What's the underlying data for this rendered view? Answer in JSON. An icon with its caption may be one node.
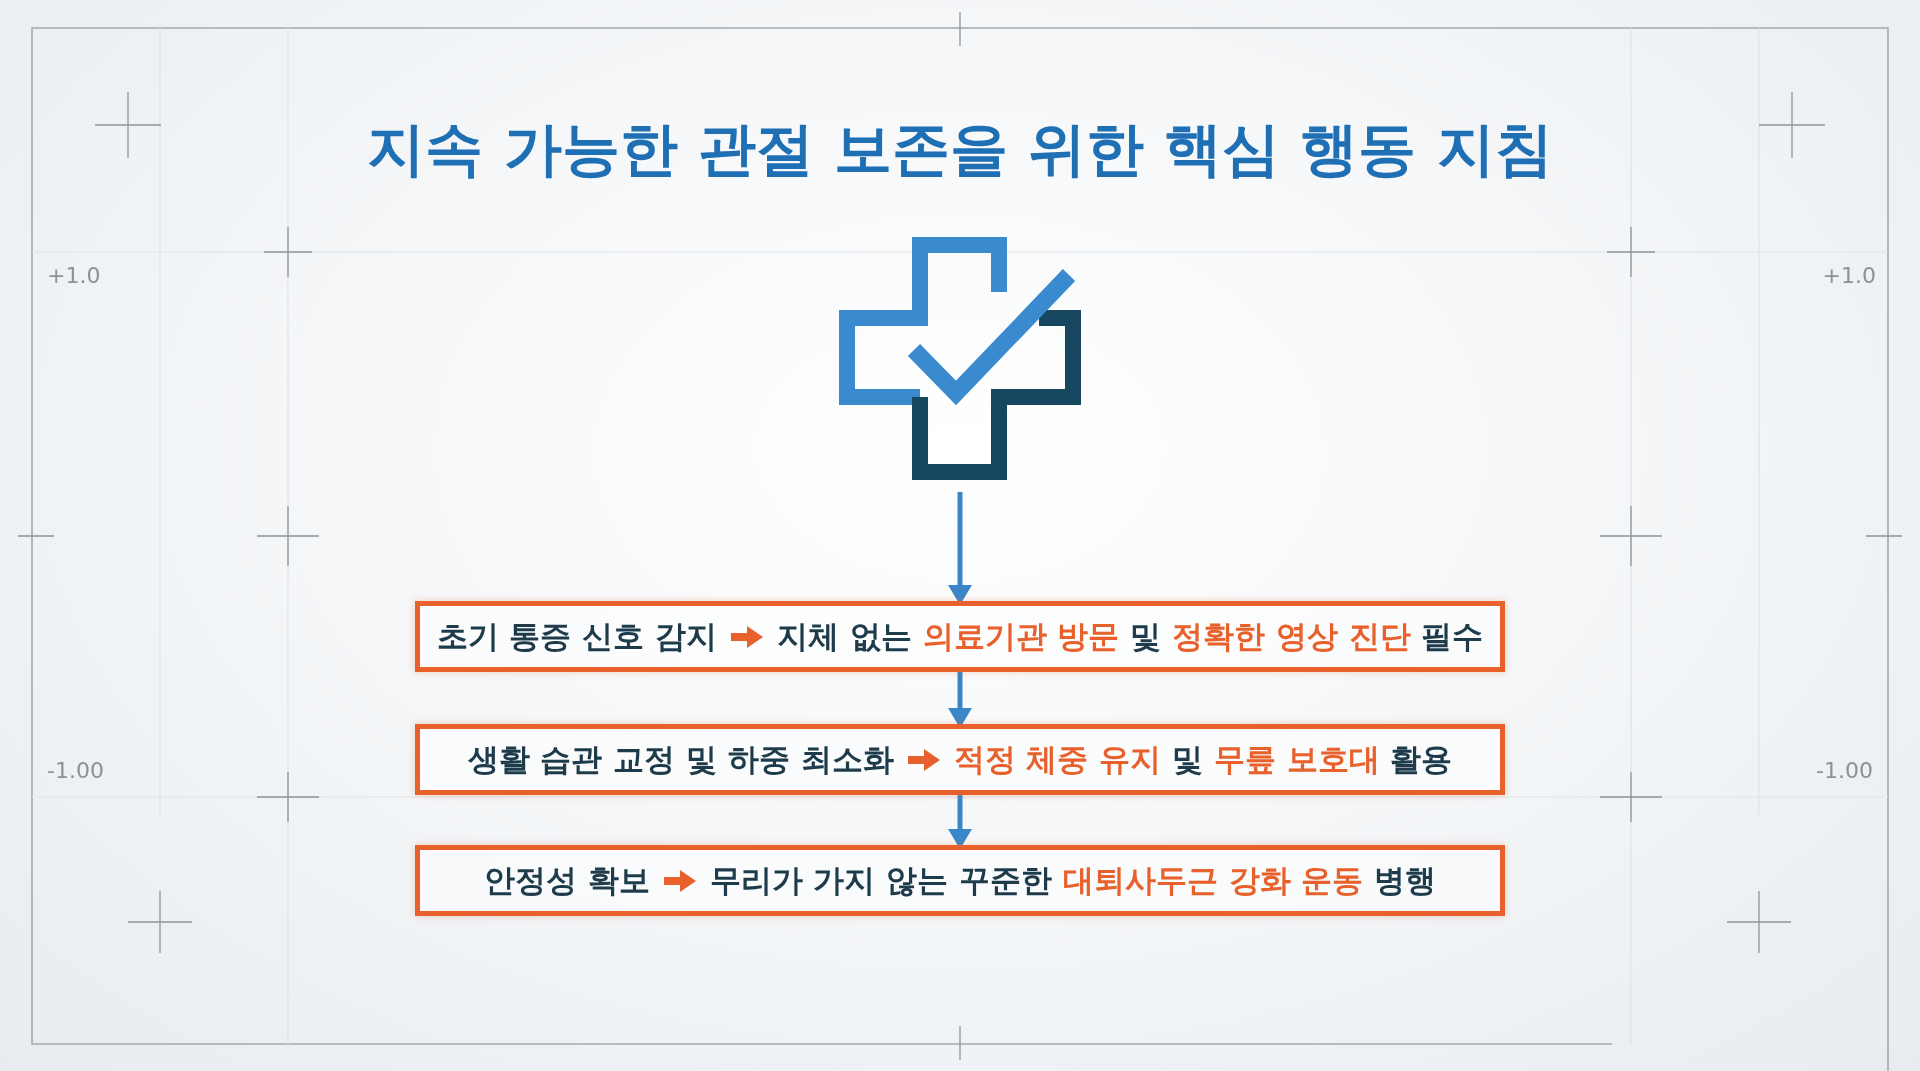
{
  "diagram": {
    "title": "지속 가능한 관절 보존을 위한 핵심 행동 지침",
    "nodes": [
      {
        "text": [],
        "shape": "picture"
      },
      {
        "text": [
          "초기 통증 신호 감지",
          "지체 없는 **의료기관 방문** 및 **정확한 영상 진단** 필수"
        ]
      },
      {
        "text": [
          "생활 습관 교정 및 하중 최소화",
          "**적정 체중 유지** 및 **무릎 보호대** 활용"
        ]
      },
      {
        "text": [
          "안정성 확보",
          "무리가 가지 않는 꾸준한 **대퇴사두근 강화 운동** 병행"
        ]
      }
    ],
    "edges": [
      {
        "from": 0,
        "to": 1,
        "arrow": "to"
      },
      {
        "from": 1,
        "to": 2,
        "arrow": "to"
      },
      {
        "from": 2,
        "to": 3,
        "arrow": "to"
      }
    ],
    "labels": [
      "+1.0",
      "+1.0",
      "-1.00",
      "-1.00"
    ]
  }
}
